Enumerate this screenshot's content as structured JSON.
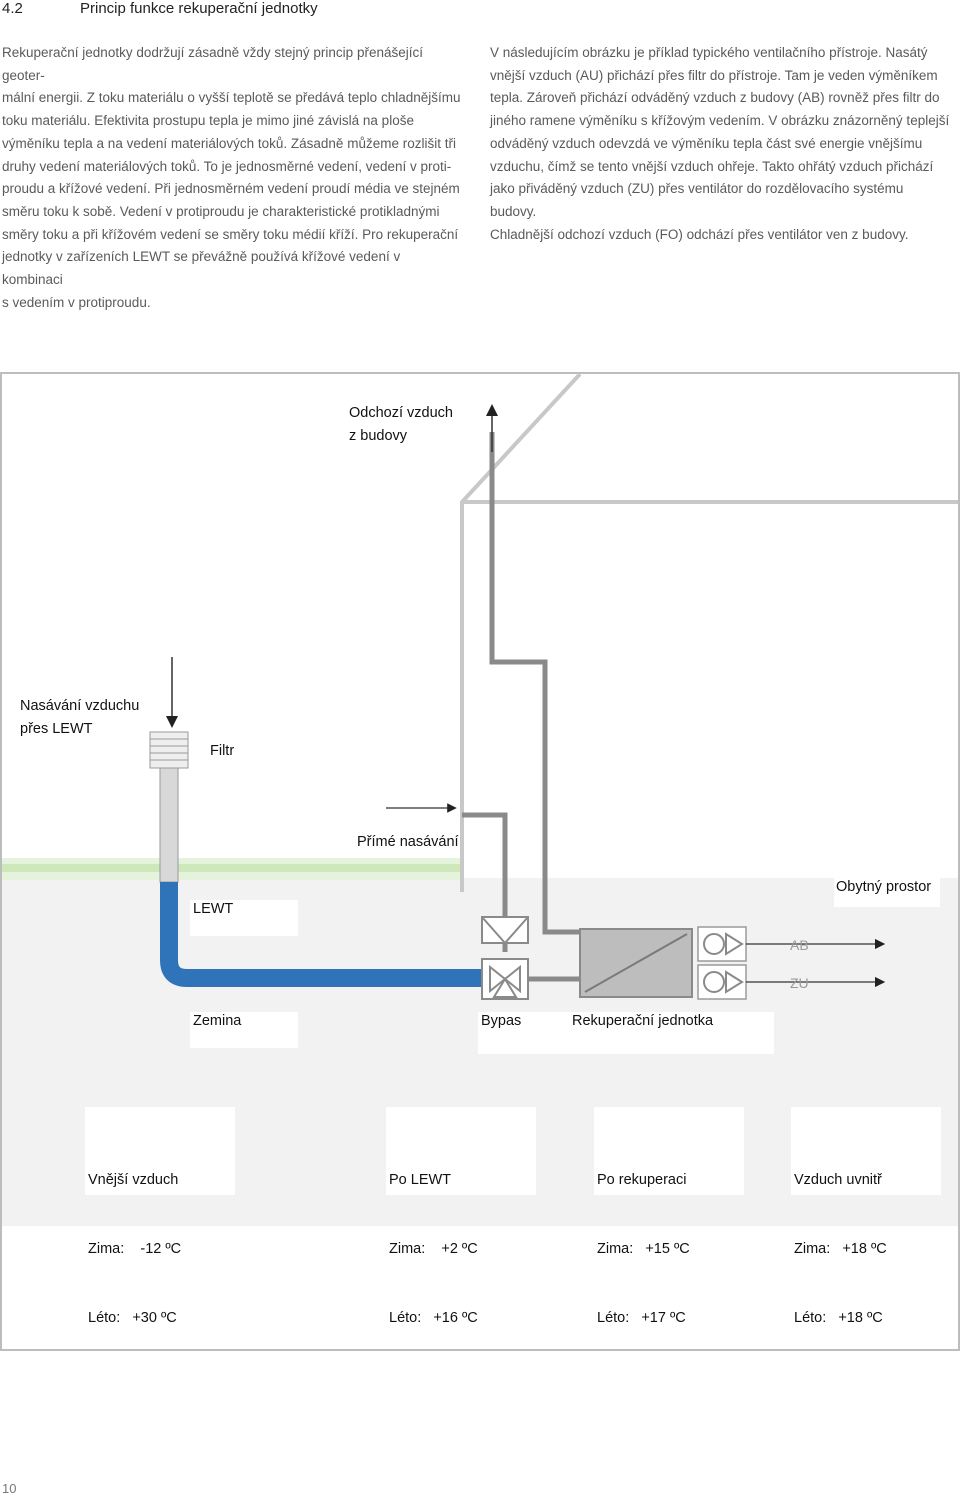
{
  "header": {
    "section_number": "4.2",
    "section_title": "Princip funkce rekuperační jednotky"
  },
  "body": {
    "col1": [
      "Rekuperační jednotky dodržují zásadně vždy stejný princip přenášející geoter-",
      "mální energii. Z toku materiálu o vyšší teplotě se předává teplo chladnějšímu",
      "toku materiálu.  Efektivita prostupu tepla je mimo jiné závislá na ploše",
      "výměníku tepla a na vedení materiálových toků. Zásadně můžeme rozlišit tři",
      "druhy vedení materiálových toků. To je jednosměrné vedení, vedení v proti-",
      "proudu a křížové vedení. Při jednosměrném vedení proudí média ve stejném",
      "směru toku k sobě. Vedení v protiproudu je charakteristické protikladnými",
      "směry toku a při křížovém vedení se směry toku médií kříží. Pro rekuperační",
      "jednotky v zařízeních LEWT se převážně používá křížové vedení v kombinaci",
      "s vedením v protiproudu."
    ],
    "col2": [
      "V následujícím obrázku je příklad typického ventilačního přístroje. Nasátý",
      "vnější vzduch (AU) přichází přes filtr do přístroje. Tam je veden výměníkem",
      "tepla. Zároveň přichází odváděný vzduch z budovy (AB) rovněž přes filtr do",
      "jiného ramene výměníku s křížovým vedením. V obrázku znázorněný teplejší",
      "odváděný vzduch odevzdá ve výměníku tepla část své energie vnějšímu",
      "vzduchu, čímž se tento vnější vzduch ohřeje.  Takto ohřátý vzduch přichází",
      "jako přiváděný vzduch (ZU) přes ventilátor do rozdělovacího systému budovy.",
      "Chladnější odchozí vzduch (FO) odchází přes ventilátor ven z budovy."
    ]
  },
  "diagram": {
    "labels": {
      "exhaust_line1": "Odchozí vzduch",
      "exhaust_line2": "z budovy",
      "intake_line1": "Nasávání vzduchu",
      "intake_line2": "přes LEWT",
      "filter": "Filtr",
      "direct_intake": "Přímé nasávání",
      "living_space": "Obytný prostor",
      "lewt": "LEWT",
      "soil": "Zemina",
      "bypass": "Bypas",
      "recovery_unit": "Rekuperační jednotka",
      "ab": "AB",
      "zu": "ZU"
    },
    "temps": [
      {
        "title": "Vnější vzduch",
        "winter": "Zima:    -12 ºC",
        "summer": "Léto:   +30 ºC"
      },
      {
        "title": "Po LEWT",
        "winter": "Zima:    +2 ºC",
        "summer": "Léto:   +16 ºC"
      },
      {
        "title": "Po rekuperaci",
        "winter": "Zima:   +15 ºC",
        "summer": "Léto:   +17 ºC"
      },
      {
        "title": "Vzduch uvnitř",
        "winter": "Zima:   +18 ºC",
        "summer": "Léto:   +18 ºC"
      }
    ],
    "colors": {
      "soil_pipe": "#2f73b8",
      "pipe": "#8a8a8a",
      "ground": "#f2f2f2",
      "grass": "#cfe8bb"
    }
  },
  "footer": {
    "page_number": "10"
  }
}
